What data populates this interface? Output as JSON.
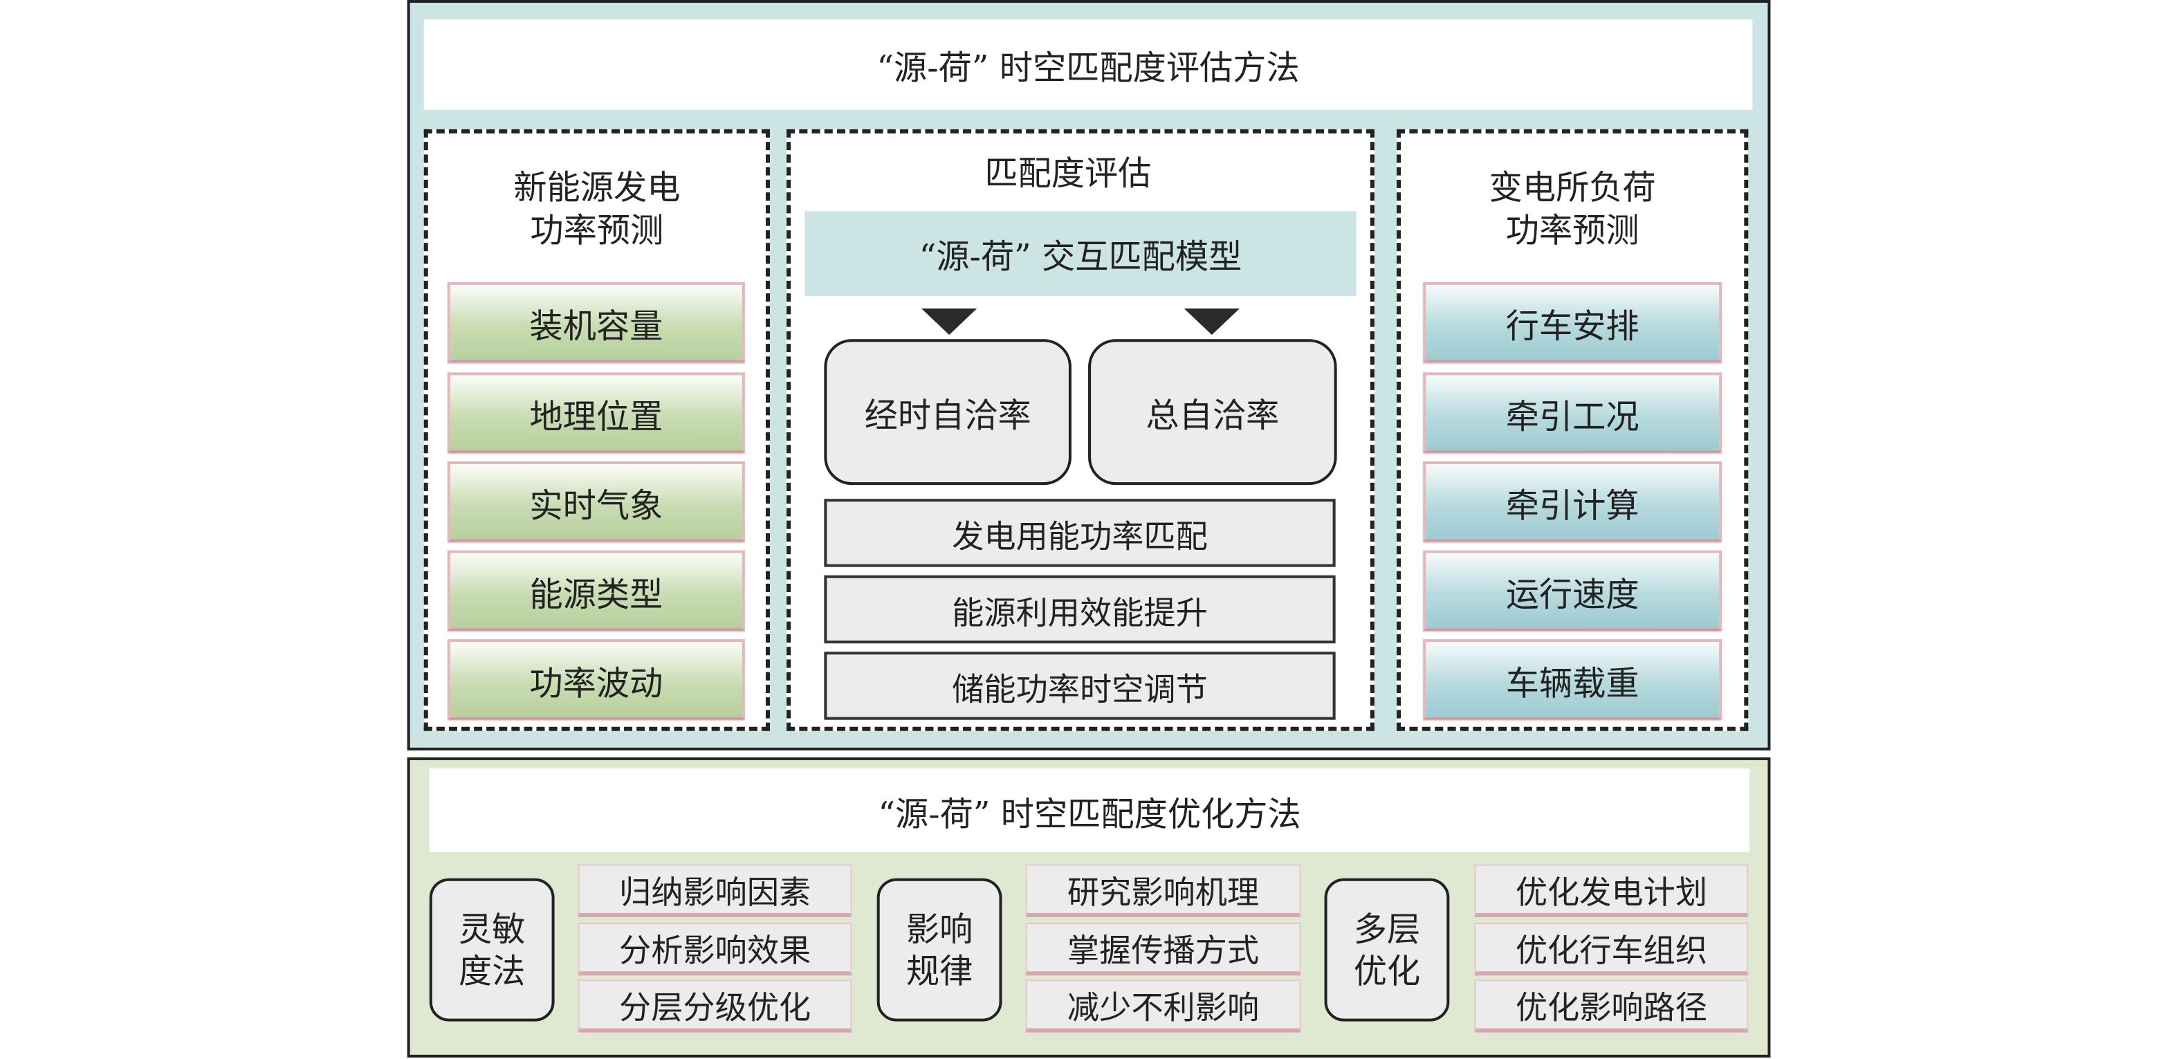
{
  "evaluation": {
    "title": "“源-荷” 时空匹配度评估方法",
    "left": {
      "title_lines": [
        "新能源发电",
        "功率预测"
      ],
      "items": [
        "装机容量",
        "地理位置",
        "实时气象",
        "能源类型",
        "功率波动"
      ]
    },
    "middle": {
      "title": "匹配度评估",
      "model": "“源-荷” 交互匹配模型",
      "metrics": [
        "经时自洽率",
        "总自洽率"
      ],
      "aspects": [
        "发电用能功率匹配",
        "能源利用效能提升",
        "储能功率时空调节"
      ]
    },
    "right": {
      "title_lines": [
        "变电所负荷",
        "功率预测"
      ],
      "items": [
        "行车安排",
        "牵引工况",
        "牵引计算",
        "运行速度",
        "车辆载重"
      ]
    }
  },
  "optimization": {
    "title": "“源-荷” 时空匹配度优化方法",
    "groups": [
      {
        "label_lines": [
          "灵敏",
          "度法"
        ],
        "items": [
          "归纳影响因素",
          "分析影响效果",
          "分层分级优化"
        ]
      },
      {
        "label_lines": [
          "影响",
          "规律"
        ],
        "items": [
          "研究影响机理",
          "掌握传播方式",
          "减少不利影响"
        ]
      },
      {
        "label_lines": [
          "多层",
          "优化"
        ],
        "items": [
          "优化发电计划",
          "优化行车组织",
          "优化影响路径"
        ]
      }
    ]
  },
  "colors": {
    "eval_bg": "#cde4e5",
    "opt_bg": "#dfe9d2",
    "green": "#b7d09c",
    "teal": "#9ccbd1"
  }
}
